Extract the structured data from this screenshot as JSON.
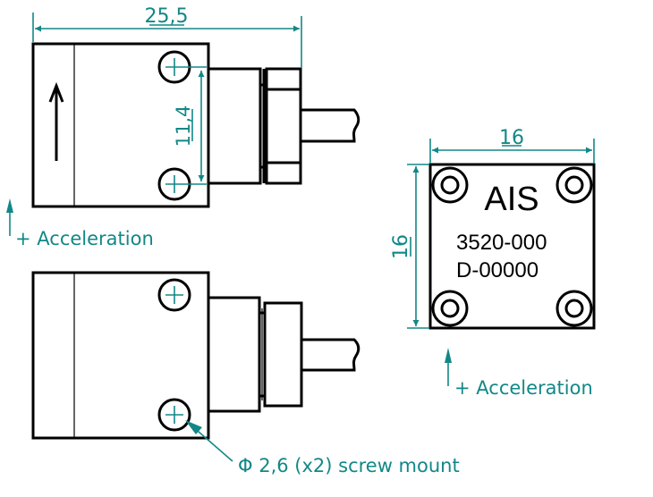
{
  "drawing": {
    "title": "AIS accelerometer dimension drawing",
    "colors": {
      "outline": "#000000",
      "dimension": "#138787",
      "background": "#ffffff"
    },
    "dimensions": {
      "overall_length": "25,5",
      "hole_spacing": "11,4",
      "face_width": "16",
      "face_height": "16"
    },
    "annotations": {
      "acceleration_side": "+ Acceleration",
      "acceleration_face": "+ Acceleration",
      "screw_mount": "Φ 2,6 (x2) screw mount"
    },
    "face_marking": {
      "brand": "AIS",
      "model": "3520-000",
      "serial": "D-00000"
    },
    "views": [
      "top-view",
      "side-view",
      "face-view"
    ]
  }
}
